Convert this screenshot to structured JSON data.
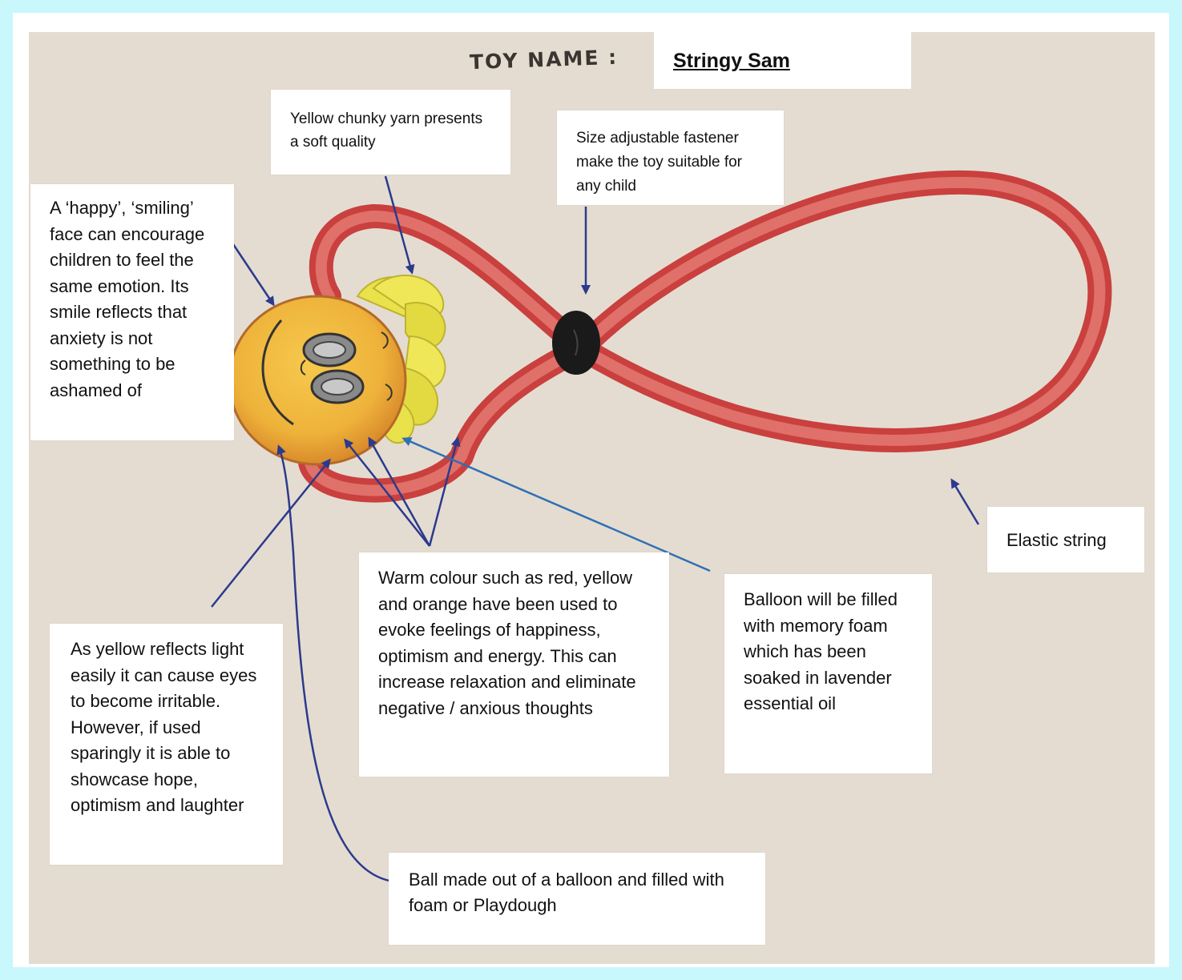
{
  "title": {
    "label": "TOY NAME :",
    "name": "Stringy Sam"
  },
  "annotations": {
    "yarn": "Yellow chunky yarn presents a soft quality",
    "fastener": "Size adjustable fastener make the toy suitable for any child",
    "face": "A ‘happy’, ‘smiling’ face can encourage children to feel the same emotion. Its smile reflects that anxiety is not something to be ashamed of",
    "elastic": "Elastic string",
    "warm_colour": "Warm colour such as red, yellow and orange have been used to evoke feelings of happiness, optimism and energy. This can increase relaxation and eliminate negative / anxious thoughts",
    "balloon_foam": "Balloon will be filled with memory foam which has been soaked in lavender essential oil",
    "yellow_light": "As yellow reflects light easily it can cause eyes to become irritable. However, if used sparingly it is able to showcase hope, optimism and laughter",
    "ball": "Ball made out of a balloon and filled with foam or Playdough"
  },
  "colors": {
    "frame": "#c8f7fc",
    "paper": "#e4dcd1",
    "string_red": "#d9534f",
    "face_orange": "#f0b13a",
    "yarn_yellow": "#e9e24a",
    "fastener_black": "#1a1a1a",
    "arrow_navy": "#2b3a8c",
    "arrow_blue": "#2f6fb5"
  }
}
